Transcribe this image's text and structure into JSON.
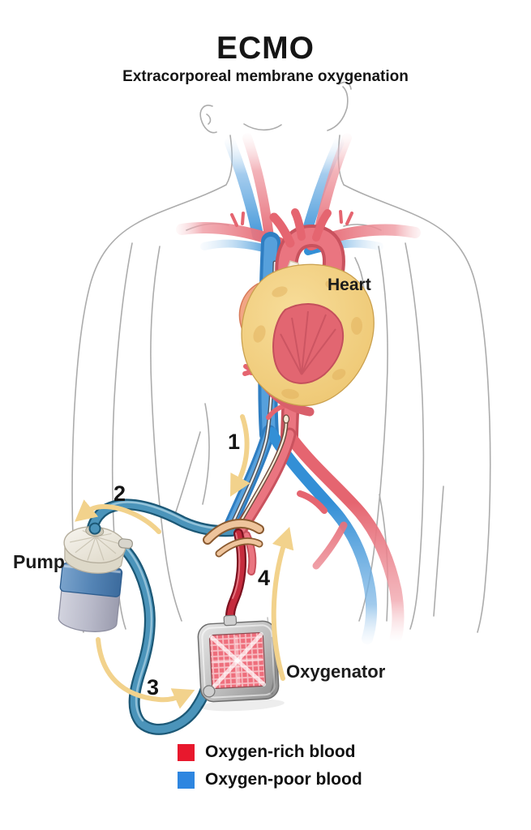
{
  "header": {
    "title": "ECMO",
    "subtitle": "Extracorporeal membrane oxygenation"
  },
  "annotations": {
    "heart": "Heart",
    "pump": "Pump",
    "oxygenator": "Oxygenator"
  },
  "steps": [
    "1",
    "2",
    "3",
    "4"
  ],
  "legend": {
    "items": [
      {
        "label": "Oxygen-rich blood",
        "color": "#e8182d"
      },
      {
        "label": "Oxygen-poor blood",
        "color": "#2e86e0"
      }
    ]
  },
  "colors": {
    "artery": "#e56570",
    "vein": "#338fd6",
    "drain_tube": "#4b94ba",
    "return_tube": "#c52b3d",
    "flow_arrow": "#f2d28c"
  }
}
